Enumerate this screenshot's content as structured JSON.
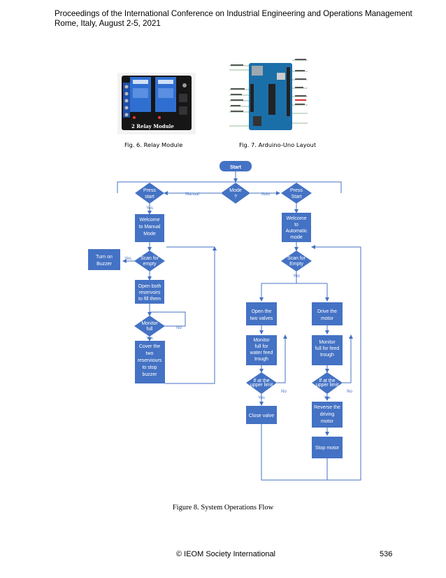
{
  "header": {
    "line1": "Proceedings of the International Conference on Industrial Engineering and Operations Management",
    "line2": "Rome, Italy, August 2-5, 2021"
  },
  "figures": {
    "fig6_caption": "Fig. 6. Relay Module",
    "fig7_caption": "Fig. 7. Arduino-Uno Layout",
    "relay_label": "2 Relay Module",
    "fig8_caption": "Figure 8. System Operations Flow"
  },
  "flow": {
    "start": "Start",
    "mode": [
      "Mode",
      "?"
    ],
    "manual": "Manual",
    "auto": "Auto",
    "press_start_manual": [
      "Press",
      "start"
    ],
    "press_start_auto": [
      "Press",
      "Start"
    ],
    "welcome_manual": [
      "Welcome",
      "to Manual",
      "Mode"
    ],
    "welcome_auto": [
      "Welcome",
      "to",
      "Automatic",
      "mode"
    ],
    "scan_manual": [
      "Scan for",
      "empty"
    ],
    "scan_auto": [
      "Scan for",
      "Empty"
    ],
    "turn_on_buzzer": [
      "Turn on",
      "Buzzer"
    ],
    "open_both": [
      "Open both",
      "reservoirs",
      "to fill them"
    ],
    "monitor_full": [
      "Monitor",
      "full"
    ],
    "cover": [
      "Cover the",
      "two",
      "reserviours",
      "to stop",
      "buzzer"
    ],
    "open_valves": [
      "Open the",
      "two valves"
    ],
    "drive_motor": [
      "Drive the",
      "motor"
    ],
    "monitor_water": [
      "Monitor",
      "full for",
      "water feed",
      "trough"
    ],
    "monitor_feed": [
      "Monitor",
      "full for feed",
      "trough"
    ],
    "if_upper_1": [
      "If at the",
      "upper limit"
    ],
    "if_upper_2": [
      "If at the",
      "upper limit"
    ],
    "close_valve": "Close valve",
    "reverse_motor": [
      "Reverse the",
      "driving",
      "motor"
    ],
    "stop_motor": "Stop motor",
    "yes": "Yes",
    "no": "No"
  },
  "footer": {
    "copyright": "© IEOM Society International",
    "page_number": "536"
  }
}
